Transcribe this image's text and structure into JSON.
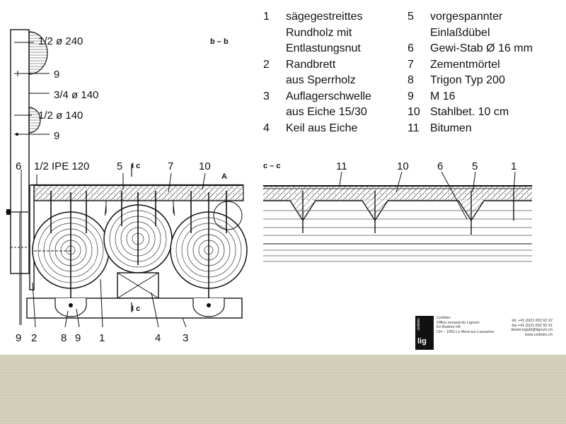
{
  "labels": {
    "bb": "b – b",
    "cc": "c – c",
    "half240": "1/2 ø 240",
    "nine_a": "9",
    "threequarter140": "3/4 ø 140",
    "half140": "1/2 ø 140",
    "nine_b": "9",
    "top6": "6",
    "ipe": "1/2 IPE 120",
    "top5": "5",
    "ic_top": "I c",
    "top7": "7",
    "top10": "10",
    "detailA": "A",
    "ic_bottom": "I c",
    "bottom": [
      "9",
      "2",
      "8",
      "9",
      "1",
      "4",
      "3"
    ],
    "cc11": "11",
    "cc10": "10",
    "cc6": "6",
    "cc5": "5",
    "cc1": "1"
  },
  "legend_left": [
    {
      "num": "1",
      "lines": [
        "sägegestreittes",
        "Rundholz mit",
        "Entlastungsnut"
      ]
    },
    {
      "num": "2",
      "lines": [
        "Randbrett",
        "aus Sperrholz"
      ]
    },
    {
      "num": "3",
      "lines": [
        "Auflagerschwelle",
        "aus Eiche 15/30"
      ]
    },
    {
      "num": "4",
      "lines": [
        "Keil aus Eiche"
      ]
    }
  ],
  "legend_right": [
    {
      "num": "5",
      "lines": [
        "vorgespannter",
        "Einlaßdübel"
      ]
    },
    {
      "num": "6",
      "lines": [
        "Gewi-Stab Ø 16 mm"
      ]
    },
    {
      "num": "7",
      "lines": [
        "Zementmörtel"
      ]
    },
    {
      "num": "8",
      "lines": [
        "Trigon Typ 200"
      ]
    },
    {
      "num": "9",
      "lines": [
        "M 16"
      ]
    },
    {
      "num": "10",
      "lines": [
        "Stahlbet. 10 cm"
      ]
    },
    {
      "num": "11",
      "lines": [
        "Bitumen"
      ]
    }
  ],
  "footer": {
    "logo_vertical": "cedotec",
    "logo_mark": "lig",
    "address": [
      "Cedotec",
      "Office romand de Lignum",
      "En Budron H6",
      "CH – 1052 Le Mont-sur-Lausanne"
    ],
    "contact": [
      "tél. +41 (0)21 652 62 22",
      "fax +41 (0)21 652 93 41",
      "daniel.ingold@lignum.ch",
      "www.cedotec.ch"
    ]
  },
  "colors": {
    "ink": "#111111",
    "paper": "#ffffff",
    "linen": "#d5d3bb"
  }
}
